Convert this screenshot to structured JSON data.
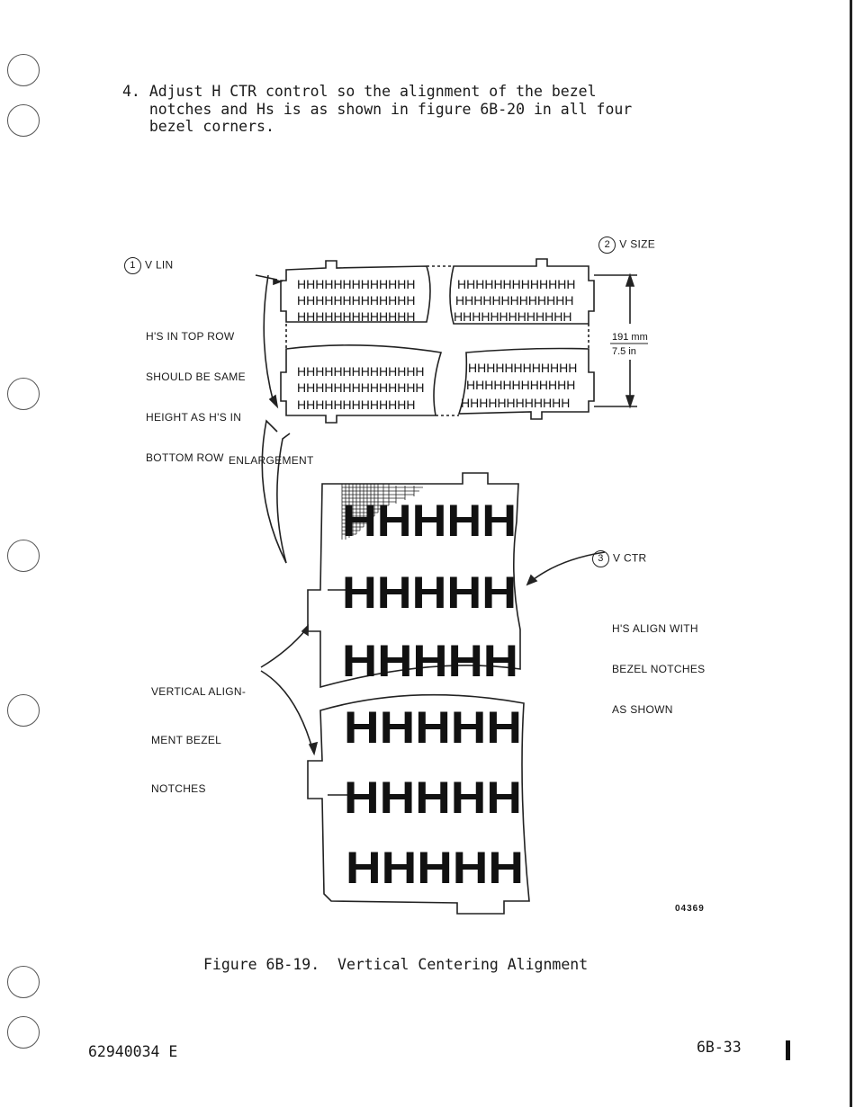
{
  "instruction": {
    "step_number": "4.",
    "lines": [
      "Adjust H CTR control so the alignment of the bezel",
      "notches and Hs is as shown in figure 6B-20 in all four",
      "bezel corners."
    ]
  },
  "figure": {
    "callouts": {
      "v_lin": {
        "number": "1",
        "label": "V LIN",
        "note": [
          "H'S IN TOP ROW",
          "SHOULD BE SAME",
          "HEIGHT AS H'S IN",
          "BOTTOM ROW"
        ]
      },
      "v_size": {
        "number": "2",
        "label": "V SIZE"
      },
      "v_ctr": {
        "number": "3",
        "label": "V CTR",
        "note": [
          "H'S ALIGN WITH",
          "BEZEL NOTCHES",
          "AS SHOWN"
        ]
      },
      "enlargement": "ENLARGEMENT",
      "vertical_notches": [
        "VERTICAL ALIGN-",
        "MENT BEZEL",
        "NOTCHES"
      ]
    },
    "dimension": {
      "metric": "191 mm",
      "imperial": "7.5 in"
    },
    "screen_rows": {
      "top_left": [
        "HHHHHHHHHHHHH",
        "HHHHHHHHHHHHH",
        "HHHHHHHHHHHHH"
      ],
      "top_right": [
        "HHHHHHHHHHHHH",
        "HHHHHHHHHHHHH",
        "HHHHHHHHHHHHH"
      ],
      "bottom_left": [
        "HHHHHHHHHHHHHH",
        "HHHHHHHHHHHHHH",
        "HHHHHHHHHHHHH"
      ],
      "bottom_right": [
        "HHHHHHHHHHHH",
        "HHHHHHHHHHHH",
        "HHHHHHHHHHHH"
      ]
    },
    "enlarged_rows": [
      "HHHHH",
      "HHHHH",
      "HHHHH",
      "HHHHH",
      "HHHHH",
      "HHHHH"
    ],
    "figure_id": "04369",
    "caption": "Figure 6B-19.  Vertical Centering Alignment"
  },
  "footer": {
    "document_number": "62940034 E",
    "page_number": "6B-33"
  }
}
